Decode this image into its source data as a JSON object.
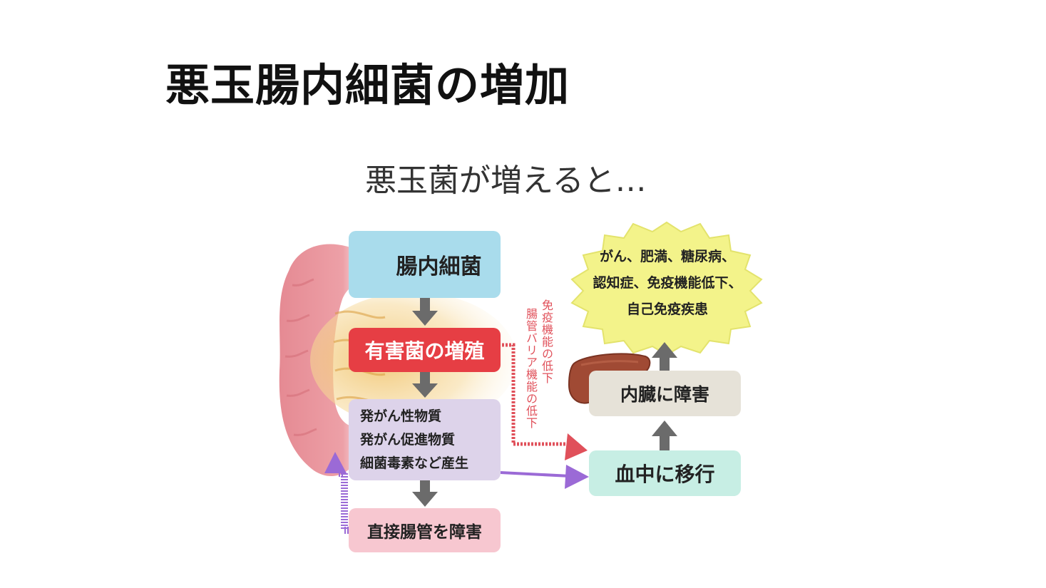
{
  "slide": {
    "title": "悪玉腸内細菌の増加"
  },
  "diagram": {
    "heading": "悪玉菌が増えると…",
    "boxes": {
      "gut_bacteria": "腸内細菌",
      "harmful_growth": "有害菌の増殖",
      "carcinogens": [
        "発がん性物質",
        "発がん促進物質",
        "細菌毒素など産生"
      ],
      "direct_damage": "直接腸管を障害",
      "organ_damage": "内臓に障害",
      "blood_transfer": "血中に移行"
    },
    "diseases": [
      "がん、肥満、糖尿病、",
      "認知症、免疫機能低下、",
      "自己免疫疾患"
    ],
    "vertical_labels": [
      "免疫機能の低下",
      "腸管バリア機能の低下"
    ],
    "colors": {
      "gut_bacteria_box": "#a9dcec",
      "harmful_box": "#e63e44",
      "carcinogen_box": "#ddd3ea",
      "direct_box": "#f7c7d0",
      "organ_box": "#e6e2d8",
      "blood_box": "#c7eee4",
      "burst": "#f3f38a",
      "arrow_gray": "#6b6b6b",
      "dotted_red": "#e0505a",
      "purple": "#9b6ad6"
    }
  }
}
